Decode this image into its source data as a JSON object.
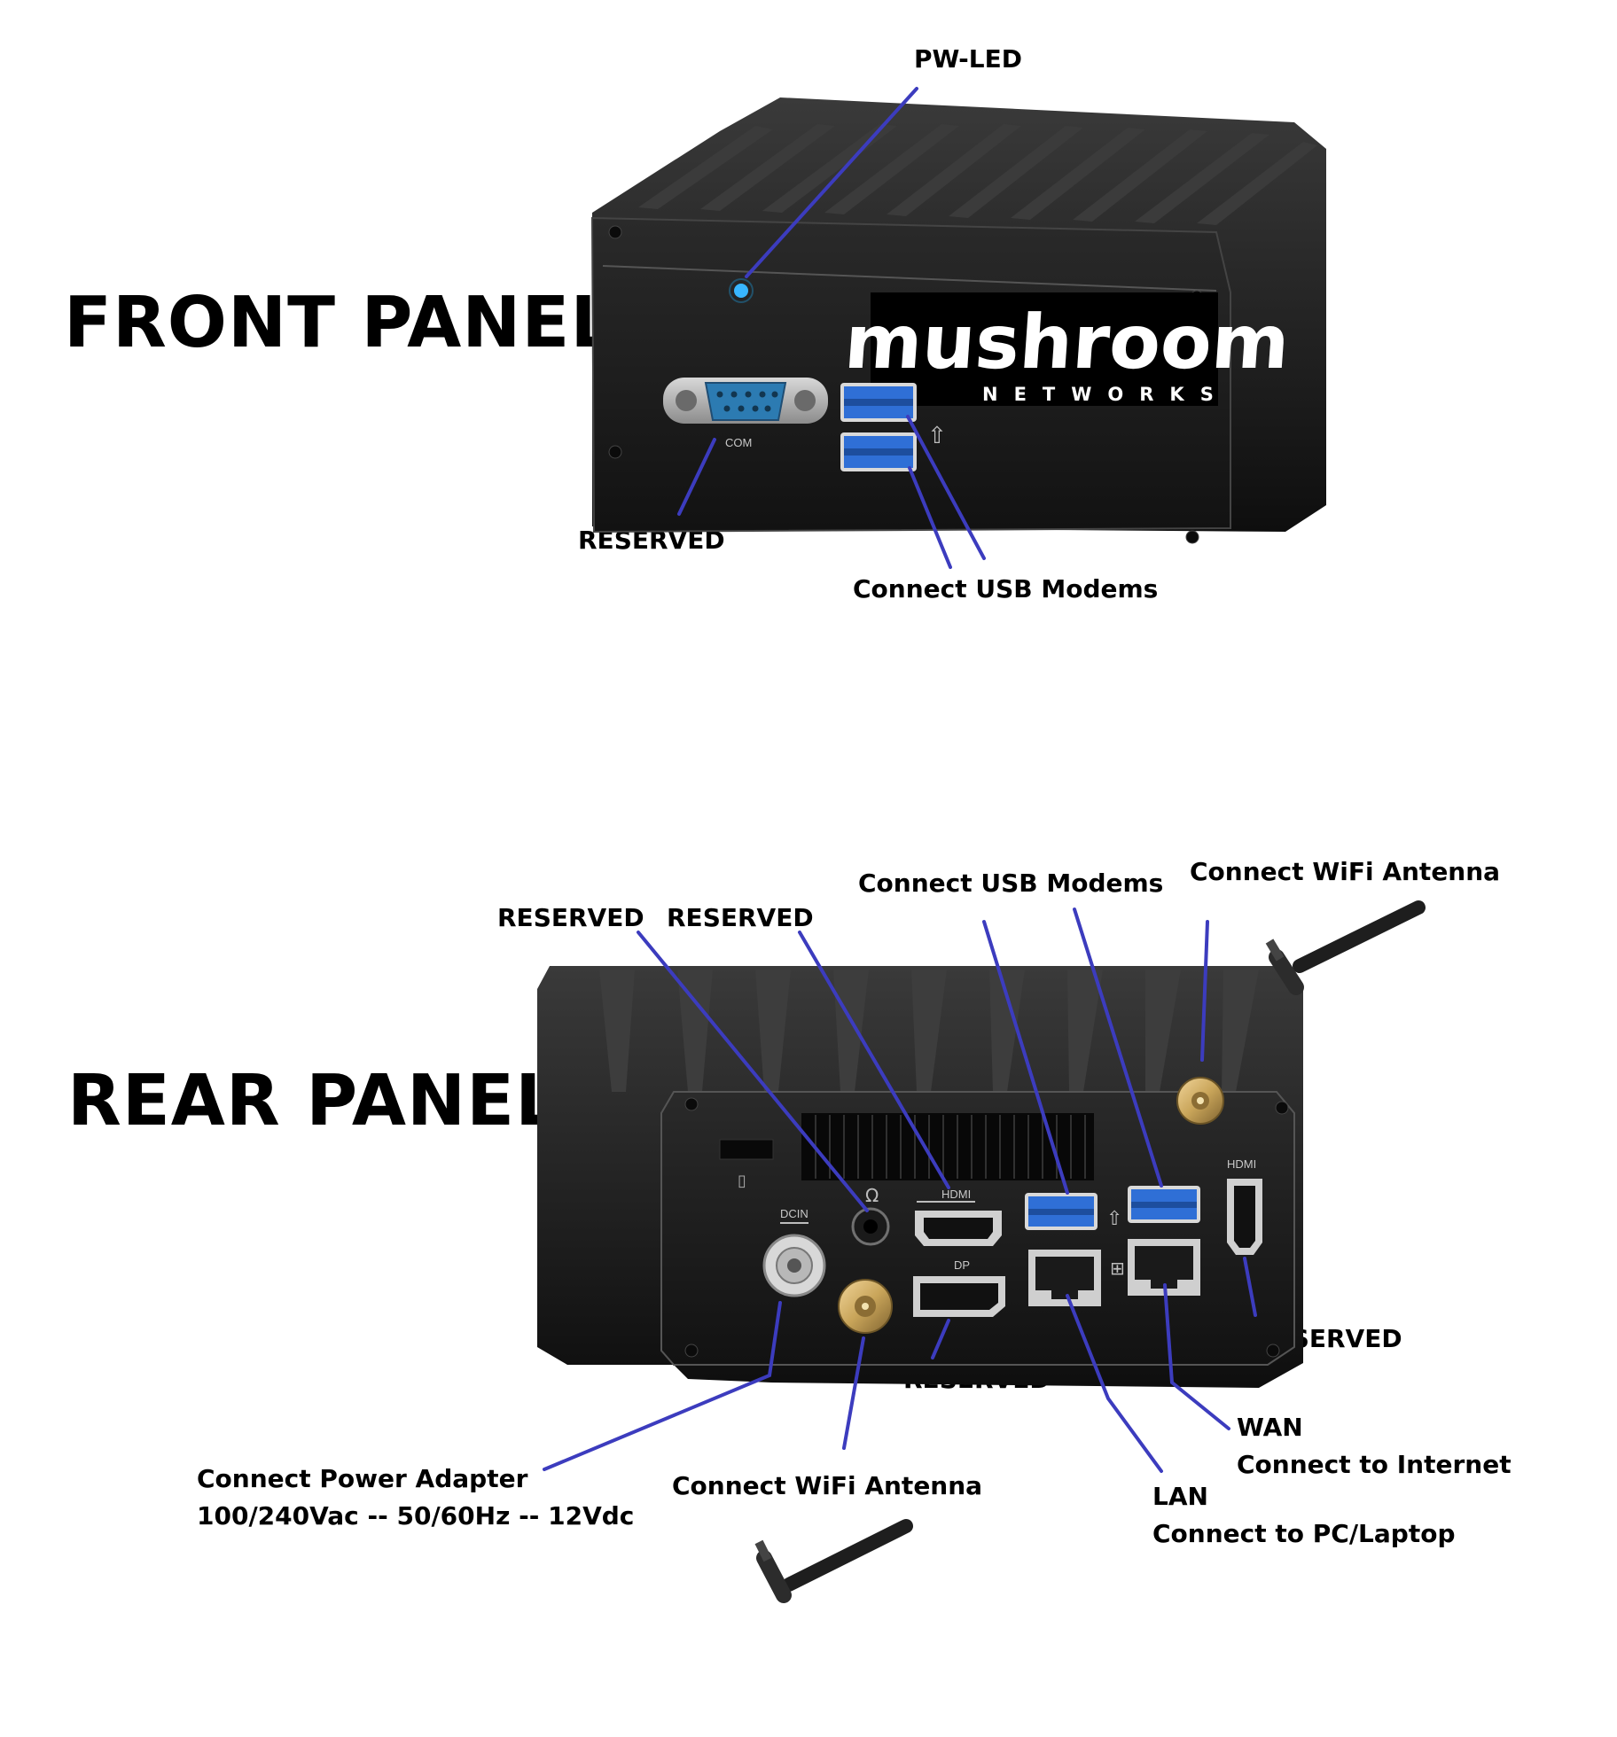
{
  "front": {
    "title": "FRONT PANEL",
    "labels": {
      "pw_led": "PW-LED",
      "reserved_com": "RESERVED",
      "usb": "Connect USB Modems"
    },
    "port_text": {
      "com": "COM"
    },
    "logo": {
      "brand": "mushroom",
      "sub": "NETWORKS"
    }
  },
  "rear": {
    "title": "REAR PANEL",
    "labels": {
      "reserved_audio": "RESERVED",
      "reserved_hdmi": "RESERVED",
      "usb": "Connect USB Modems",
      "wifi_top": "Connect WiFi Antenna",
      "reserved_dp": "RESERVED",
      "reserved_hdmi_right": "RESERVED",
      "power_line1": "Connect Power Adapter",
      "power_line2": "100/240Vac -- 50/60Hz -- 12Vdc",
      "wifi_bottom": "Connect WiFi Antenna",
      "lan_line1": "LAN",
      "lan_line2": "Connect to PC/Laptop",
      "wan_line1": "WAN",
      "wan_line2": "Connect to Internet"
    },
    "port_text": {
      "dcin": "DCIN",
      "hdmi": "HDMI",
      "dp": "DP",
      "hdmi_right": "HDMI"
    }
  },
  "colors": {
    "leader": "#3c3cbe",
    "chassis": "#1b1b1b",
    "usb_blue": "#2f6fd6",
    "led": "#38b6ff",
    "gold": "#c9a55a"
  }
}
